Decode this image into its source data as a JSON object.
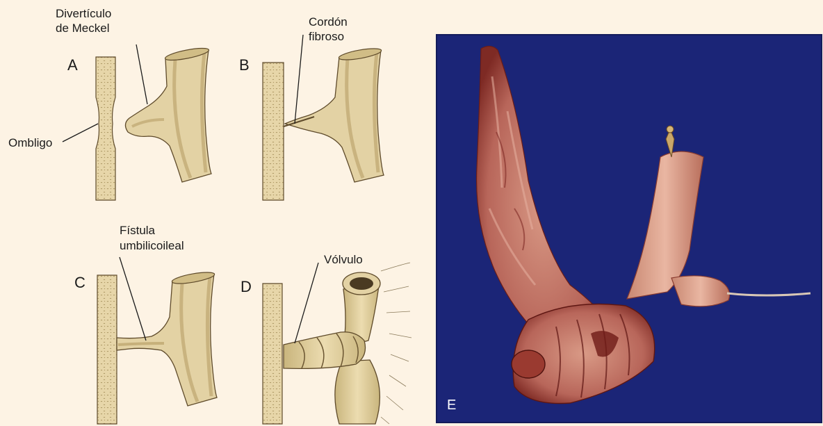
{
  "panels": {
    "a": {
      "letter": "A",
      "label_umbilicus": "Ombligo",
      "label_diverticulum_1": "Divertículo",
      "label_diverticulum_2": "de Meckel"
    },
    "b": {
      "letter": "B",
      "label_cord_1": "Cordón",
      "label_cord_2": "fibroso"
    },
    "c": {
      "letter": "C",
      "label_fistula_1": "Fístula",
      "label_fistula_2": "umbilicoileal"
    },
    "d": {
      "letter": "D",
      "label_volvulus": "Vólvulo"
    },
    "e": {
      "letter": "E"
    }
  },
  "colors": {
    "background": "#fdf3e4",
    "tissue": "#e3d2a4",
    "tissue_dark": "#b69e63",
    "outline": "#5e4a2a",
    "photo_background": "#1b2577",
    "intestine": "#c8816e",
    "intestine_dark": "#7a1f1c"
  }
}
